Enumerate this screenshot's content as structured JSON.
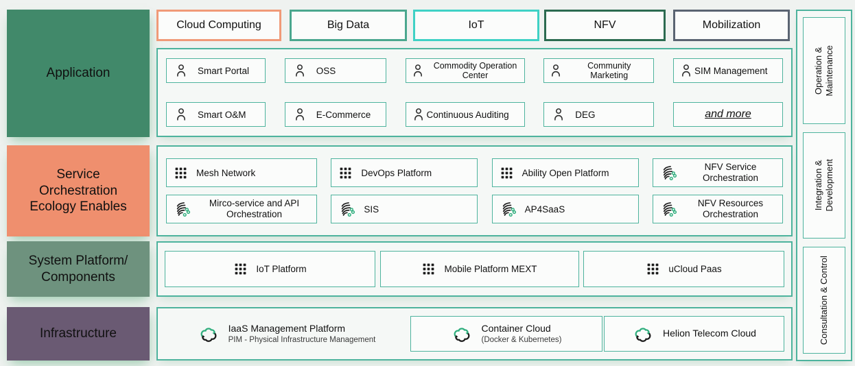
{
  "palette": {
    "background": "#eff2f0",
    "teal_border": "#4db39d",
    "container_fill": "#f5f8f6",
    "item_fill": "#fbfcfb",
    "accent_green": "#2fae7d",
    "icon_black": "#222222"
  },
  "left_column": {
    "items": [
      {
        "label": "Application",
        "bg": "#41896a"
      },
      {
        "label": "Service Orchestration Ecology Enables",
        "bg": "#ef8f6e"
      },
      {
        "label": "System Platform/ Components",
        "bg": "#6e927e"
      },
      {
        "label": "Infrastructure",
        "bg": "#6a5a73"
      }
    ]
  },
  "top_categories": {
    "items": [
      {
        "label": "Cloud Computing",
        "border": "#f09a78"
      },
      {
        "label": "Big Data",
        "border": "#4aa78e"
      },
      {
        "label": "IoT",
        "border": "#3fd1c5"
      },
      {
        "label": "NFV",
        "border": "#2c6b50"
      },
      {
        "label": "Mobilization",
        "border": "#5a6472"
      }
    ]
  },
  "application": {
    "rows": [
      [
        {
          "label": "Smart Portal",
          "icon": "user-icon"
        },
        {
          "label": "OSS",
          "icon": "user-icon"
        },
        {
          "label": "Commodity Operation Center",
          "icon": "user-icon"
        },
        {
          "label": "Community Marketing",
          "icon": "user-icon"
        },
        {
          "label": "SIM Management",
          "icon": "user-icon"
        }
      ],
      [
        {
          "label": "Smart O&M",
          "icon": "user-icon"
        },
        {
          "label": "E-Commerce",
          "icon": "user-icon"
        },
        {
          "label": "Continuous Auditing",
          "icon": "user-icon"
        },
        {
          "label": "DEG",
          "icon": "user-icon"
        },
        {
          "label": "and more",
          "icon": "none"
        }
      ]
    ]
  },
  "service_orchestration": {
    "rows": [
      [
        {
          "label": "Mesh Network",
          "icon": "grid-icon"
        },
        {
          "label": "DevOps Platform",
          "icon": "grid-icon"
        },
        {
          "label": "Ability Open Platform",
          "icon": "grid-icon"
        },
        {
          "label": "NFV Service Orchestration",
          "icon": "orchestration-icon"
        }
      ],
      [
        {
          "label": "Mirco-service and API Orchestration",
          "icon": "orchestration-icon"
        },
        {
          "label": "SIS",
          "icon": "orchestration-icon"
        },
        {
          "label": "AP4SaaS",
          "icon": "orchestration-icon"
        },
        {
          "label": "NFV Resources Orchestration",
          "icon": "orchestration-icon"
        }
      ]
    ]
  },
  "system_platform": {
    "items": [
      {
        "label": "IoT Platform",
        "icon": "grid-icon"
      },
      {
        "label": "Mobile Platform MEXT",
        "icon": "grid-icon"
      },
      {
        "label": "uCloud Paas",
        "icon": "grid-icon"
      }
    ]
  },
  "infrastructure": {
    "items": [
      {
        "label": "IaaS Management Platform",
        "sublabel": "PIM - Physical Infrastructure Management",
        "icon": "cloud-sync-icon"
      },
      {
        "label": "Container Cloud",
        "sublabel": "(Docker & Kubernetes)",
        "icon": "cloud-sync-icon"
      },
      {
        "label": "Helion Telecom Cloud",
        "sublabel": "",
        "icon": "cloud-sync-icon"
      }
    ]
  },
  "right_sidebar": {
    "items": [
      {
        "label": "Operation & Maintenance"
      },
      {
        "label": "Integration & Development"
      },
      {
        "label": "Consultation & Control"
      }
    ]
  }
}
